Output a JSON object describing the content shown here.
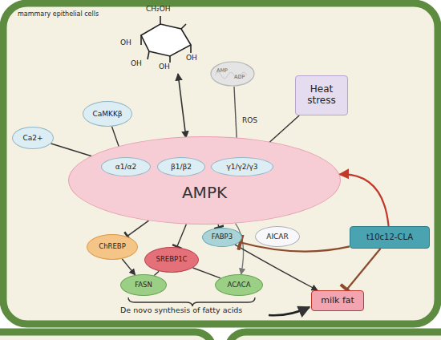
{
  "diagram": {
    "nodes": [
      {
        "text": [
          "Ca2+"
        ]
      },
      {
        "text": [
          "CaMKKβ"
        ]
      },
      {
        "text": [
          "Heat stress"
        ]
      },
      {
        "text": [
          "AMPK"
        ]
      },
      {
        "text": [
          "α1/α2"
        ],
        "in": 3
      },
      {
        "text": [
          "β1/β2"
        ],
        "in": 3
      },
      {
        "text": [
          "γ1/γ2/γ3"
        ],
        "in": 3
      },
      {
        "text": [
          "ChREBP"
        ]
      },
      {
        "text": [
          "SREBP1C"
        ]
      },
      {
        "text": [
          "FABP3"
        ]
      },
      {
        "text": [
          "AICAR"
        ]
      },
      {
        "text": [
          "t10c12-CLA"
        ]
      },
      {
        "text": [
          "FASN"
        ]
      },
      {
        "text": [
          "ACACA"
        ]
      },
      {
        "text": [
          "milk fat"
        ]
      }
    ],
    "edges": [
      {
        "from": 0,
        "to": 4,
        "arrow": "to"
      },
      {
        "from": 1,
        "to": 4,
        "arrow": "to"
      },
      {
        "from": 2,
        "to": 6,
        "arrow": "to"
      },
      {
        "from": 3,
        "to": 7,
        "arrow": "to"
      },
      {
        "from": 3,
        "to": 8,
        "arrow": "to"
      },
      {
        "from": 3,
        "to": 9,
        "arrow": "to"
      },
      {
        "from": 7,
        "to": 12,
        "arrow": "to"
      },
      {
        "from": 8,
        "to": 12,
        "arrow": "none"
      },
      {
        "from": 8,
        "to": 13,
        "arrow": "none"
      },
      {
        "from": 3,
        "to": 13,
        "arrow": "to"
      },
      {
        "from": 9,
        "to": 14,
        "arrow": "to"
      },
      {
        "from": 11,
        "to": 3,
        "arrow": "to"
      },
      {
        "from": 11,
        "to": 9,
        "arrow": "to"
      },
      {
        "from": 11,
        "to": 14,
        "arrow": "to"
      }
    ],
    "labels": [
      "mammary epithelial cells",
      "CH₂OH",
      "OH",
      "OH",
      "OH",
      "OH",
      "AMP",
      "ADP",
      "ROS",
      "De novo synthesis of fatty acids"
    ]
  }
}
